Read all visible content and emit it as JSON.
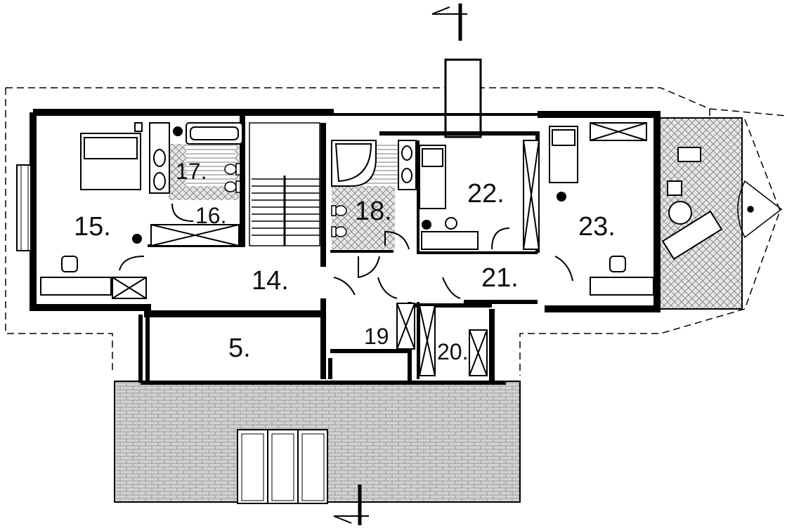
{
  "floor_plan": {
    "rooms": [
      {
        "id": "room-15",
        "label": "15."
      },
      {
        "id": "room-17",
        "label": "17."
      },
      {
        "id": "room-16",
        "label": "16."
      },
      {
        "id": "room-18",
        "label": "18."
      },
      {
        "id": "room-22",
        "label": "22."
      },
      {
        "id": "room-23",
        "label": "23."
      },
      {
        "id": "room-14",
        "label": "14."
      },
      {
        "id": "room-21",
        "label": "21."
      },
      {
        "id": "room-19",
        "label": "19"
      },
      {
        "id": "room-20",
        "label": "20."
      },
      {
        "id": "room-5",
        "label": "5."
      }
    ],
    "colors": {
      "wall": "#000000",
      "hatch": "#9a9a9a",
      "paving": "#cfcfcf",
      "background": "#ffffff"
    },
    "icons": [
      "section-marker-icon",
      "plant-icon",
      "chair-icon",
      "bathtub-icon",
      "toilet-icon",
      "sink-icon",
      "bed-icon",
      "desk-icon",
      "lounger-icon"
    ]
  }
}
